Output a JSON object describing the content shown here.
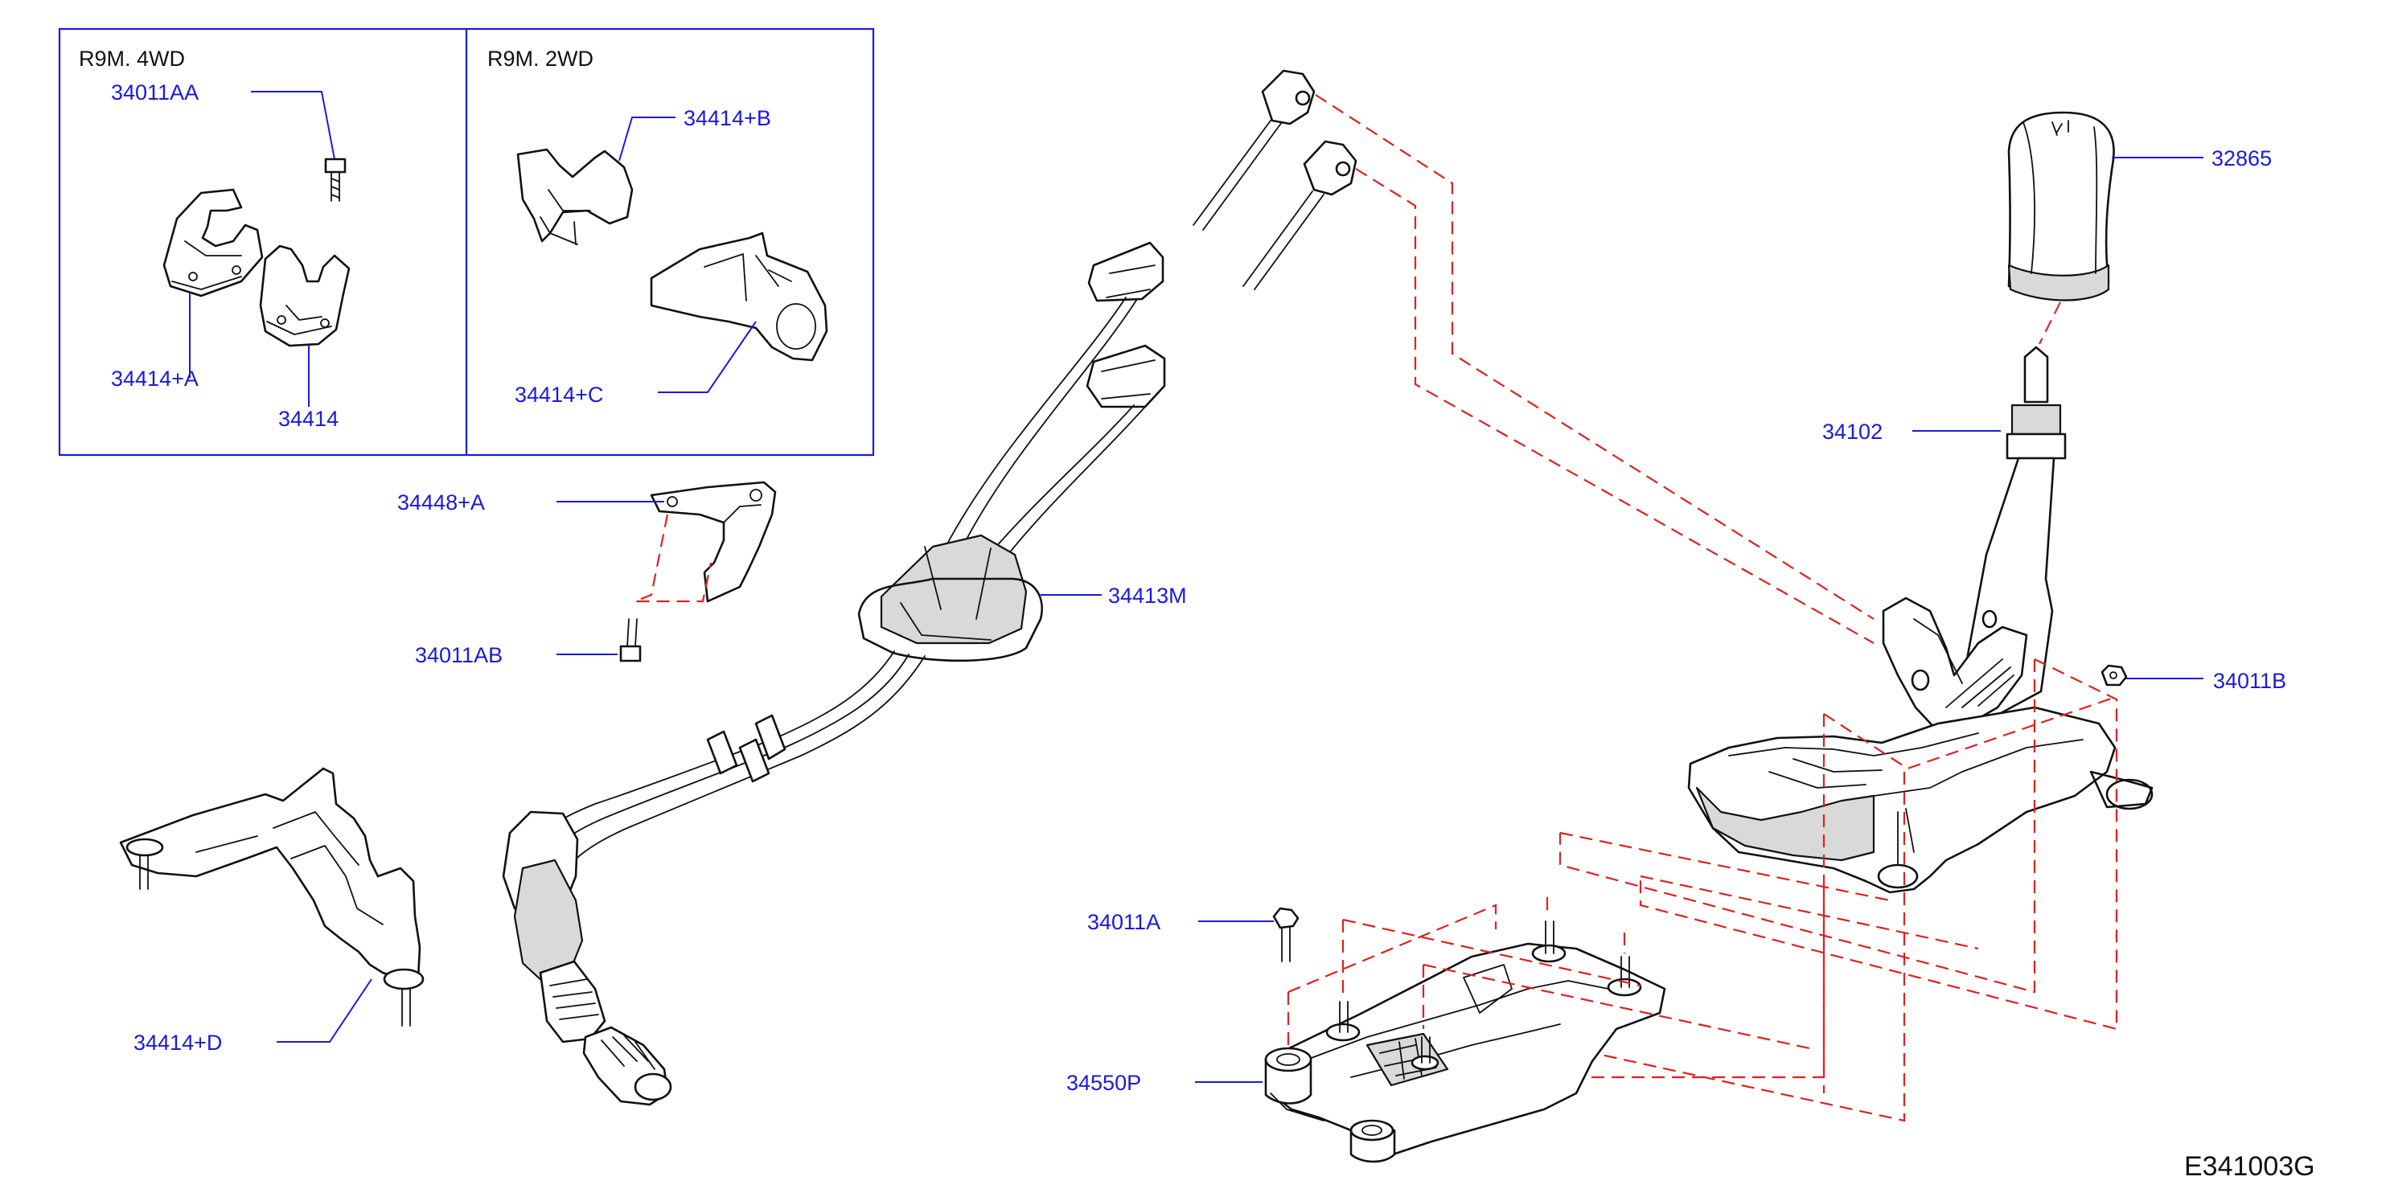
{
  "inset": {
    "left_variant": "R9M.   4WD",
    "right_variant": "R9M.   2WD"
  },
  "labels": {
    "p34011AA": "34011AA",
    "p34414A": "34414+A",
    "p34414": "34414",
    "p34414B": "34414+B",
    "p34414C": "34414+C",
    "p34448A": "34448+A",
    "p34011AB": "34011AB",
    "p34413M": "34413M",
    "p34414D": "34414+D",
    "p32865": "32865",
    "p34102": "34102",
    "p34011B": "34011B",
    "p34011A": "34011A",
    "p34550P": "34550P"
  },
  "figure_code": "E341003G",
  "colors": {
    "label": "#1a1adc",
    "dashed_guides": "#e02020",
    "inset_border": "#1a1adc"
  }
}
